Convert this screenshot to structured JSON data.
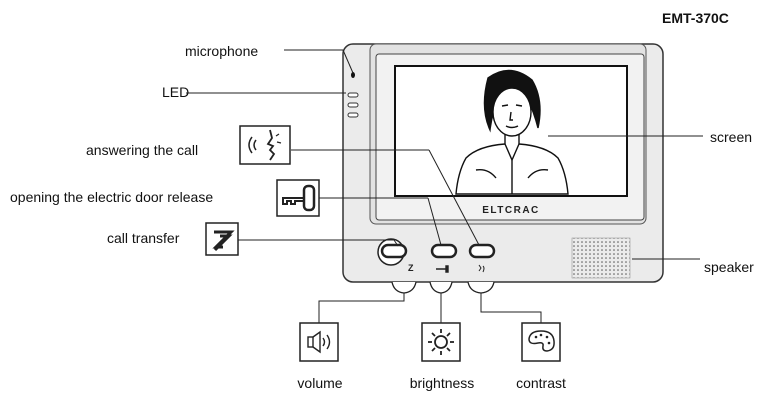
{
  "model": "EMT-370C",
  "brand": "ELTCRAC",
  "labels": {
    "microphone": "microphone",
    "led": "LED",
    "answering_call": "answering the call",
    "door_release": "opening the electric door release",
    "call_transfer": "call transfer",
    "screen": "screen",
    "speaker": "speaker"
  },
  "controls": {
    "volume": "volume",
    "brightness": "brightness",
    "contrast": "contrast"
  }
}
